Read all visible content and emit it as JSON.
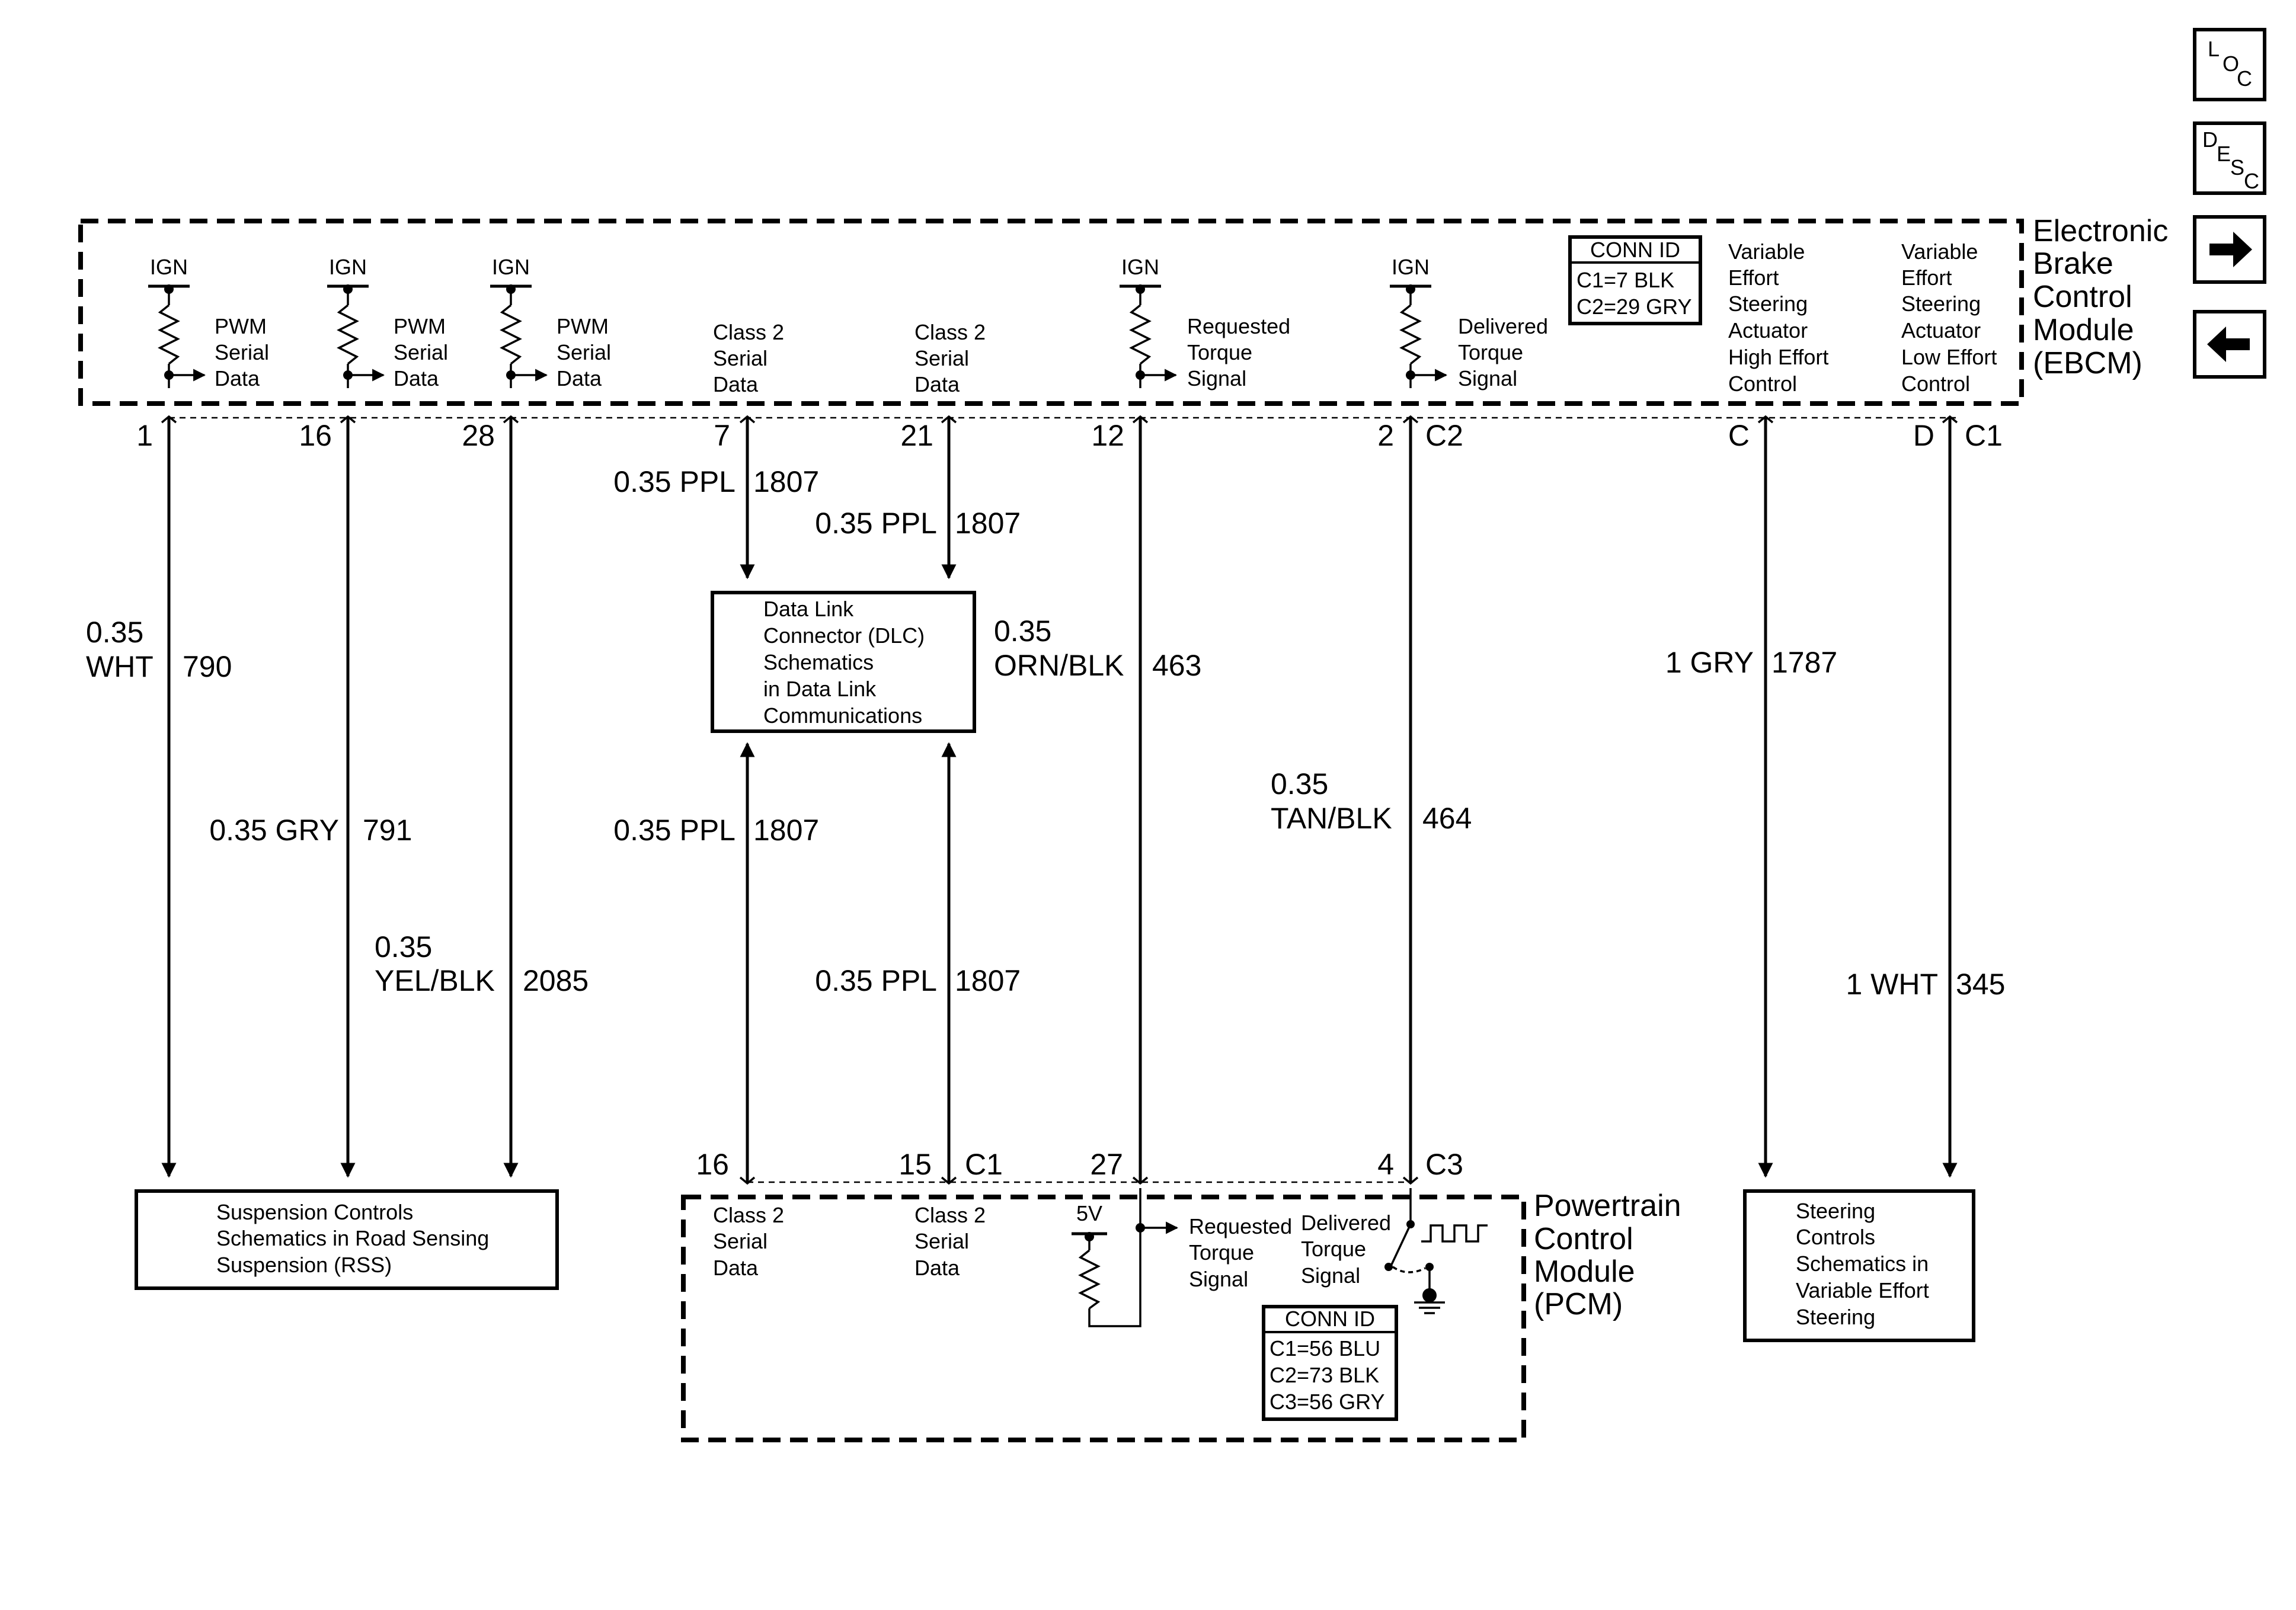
{
  "nav": {
    "loc": {
      "l": "L",
      "o": "O",
      "c": "C"
    },
    "desc": {
      "d": "D",
      "e": "E",
      "s": "S",
      "c": "C"
    }
  },
  "ebcm": {
    "title": [
      "Electronic",
      "Brake",
      "Control",
      "Module",
      "(EBCM)"
    ],
    "conn_id": {
      "header": "CONN ID",
      "rows": [
        "C1=7 BLK",
        "C2=29 GRY"
      ]
    },
    "ign": "IGN",
    "pwm_label": [
      "PWM",
      "Serial",
      "Data"
    ],
    "class2_label": [
      "Class 2",
      "Serial",
      "Data"
    ],
    "requested_label": [
      "Requested",
      "Torque",
      "Signal"
    ],
    "delivered_label": [
      "Delivered",
      "Torque",
      "Signal"
    ],
    "vesa_high": [
      "Variable",
      "Effort",
      "Steering",
      "Actuator",
      "High Effort",
      "Control"
    ],
    "vesa_low": [
      "Variable",
      "Effort",
      "Steering",
      "Actuator",
      "Low Effort",
      "Control"
    ],
    "pins": [
      "1",
      "16",
      "28",
      "7",
      "21",
      "12",
      "2",
      "C",
      "D"
    ],
    "connectors": [
      "C2",
      "C1"
    ]
  },
  "wires": {
    "w790": {
      "gauge": "0.35",
      "color": "WHT",
      "circuit": "790"
    },
    "w791": {
      "label": "0.35 GRY",
      "circuit": "791"
    },
    "w2085": {
      "gauge": "0.35",
      "color": "YEL/BLK",
      "circuit": "2085"
    },
    "w1807_a": {
      "label": "0.35 PPL",
      "circuit": "1807"
    },
    "w1807_b": {
      "label": "0.35 PPL",
      "circuit": "1807"
    },
    "w1807_c": {
      "label": "0.35 PPL",
      "circuit": "1807"
    },
    "w1807_d": {
      "label": "0.35 PPL",
      "circuit": "1807"
    },
    "w463": {
      "gauge": "0.35",
      "color": "ORN/BLK",
      "circuit": "463"
    },
    "w464": {
      "gauge": "0.35",
      "color": "TAN/BLK",
      "circuit": "464"
    },
    "w1787": {
      "label": "1 GRY",
      "circuit": "1787"
    },
    "w345": {
      "label": "1 WHT",
      "circuit": "345"
    }
  },
  "dlc": {
    "lines": [
      "Data Link",
      "Connector (DLC)",
      "Schematics",
      "in Data Link",
      "Communications"
    ]
  },
  "rss": {
    "lines": [
      "Suspension Controls",
      "Schematics in Road Sensing",
      "Suspension (RSS)"
    ]
  },
  "steering": {
    "lines": [
      "Steering",
      "Controls",
      "Schematics in",
      "Variable Effort",
      "Steering"
    ]
  },
  "pcm": {
    "title": [
      "Powertrain",
      "Control",
      "Module",
      "(PCM)"
    ],
    "pins": [
      "16",
      "15",
      "27",
      "4"
    ],
    "connectors": [
      "C1",
      "C3"
    ],
    "class2_label": [
      "Class 2",
      "Serial",
      "Data"
    ],
    "v5": "5V",
    "requested_label": [
      "Requested",
      "Torque",
      "Signal"
    ],
    "delivered_label": [
      "Delivered",
      "Torque",
      "Signal"
    ],
    "conn_id": {
      "header": "CONN ID",
      "rows": [
        "C1=56 BLU",
        "C2=73 BLK",
        "C3=56 GRY"
      ]
    }
  }
}
